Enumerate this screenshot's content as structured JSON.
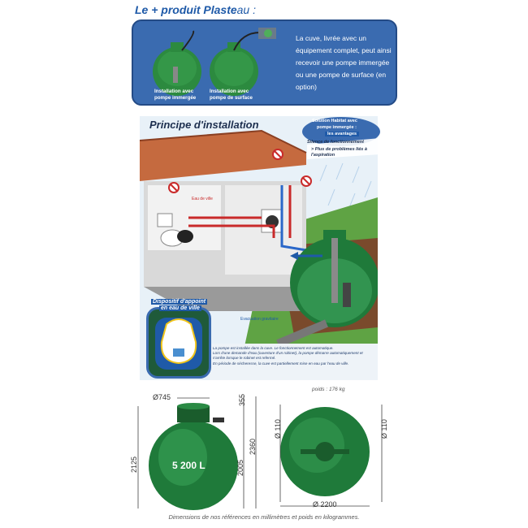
{
  "header": {
    "title_bold": "Le + produit Plaste",
    "title_light": "au :"
  },
  "promo": {
    "description": "La cuve, livrée avec un équipement complet, peut ainsi recevoir une pompe immergée ou une pompe de surface (en option)",
    "caption_left": "Installation avec pompe immergée",
    "caption_right": "Installation avec pompe de surface"
  },
  "installation": {
    "title": "Principe d'installation",
    "badge_line1": "Solution Habitat avec",
    "badge_line2": "pompe immergée :",
    "badge_line3": "les avantages",
    "advantage_1": "Silence de fonctionnement",
    "advantage_2": "> Plus de problèmes liés à l'aspiration",
    "label_eau_ville": "Eau de ville",
    "label_dispositif_1": "Dispositif d'appoint",
    "label_dispositif_2": "en eau de ville",
    "label_evacuation": "Evacuation gravitaire",
    "explanation_1": "La pompe est installée dans la cuve. Le fonctionnement est automatique.",
    "explanation_2": "Lors d'une demande d'eau (ouverture d'un robinet), la pompe démarre automatiquement et s'arrête lorsque le robinet est refermé.",
    "explanation_3": "En période de sécheresse, la cuve est partiellement mise en eau par l'eau de ville."
  },
  "drawing": {
    "weight": "poids : 176 kg",
    "dia_manhole": "Ø745",
    "dim_355": "355",
    "dim_2125": "2125",
    "dim_2005": "2005",
    "dim_2360": "2360",
    "tank_label": "5 200 L",
    "dim_110_left": "Ø 110",
    "dim_110_right": "Ø 110",
    "dia_tank": "Ø 2200"
  },
  "footer": {
    "caption": "Dimensions de nos références en millimètres et poids en kilogrammes."
  },
  "colors": {
    "brand_blue": "#1f5aa8",
    "panel_blue": "#3a6bb0",
    "tank_green": "#1f7a3a"
  }
}
